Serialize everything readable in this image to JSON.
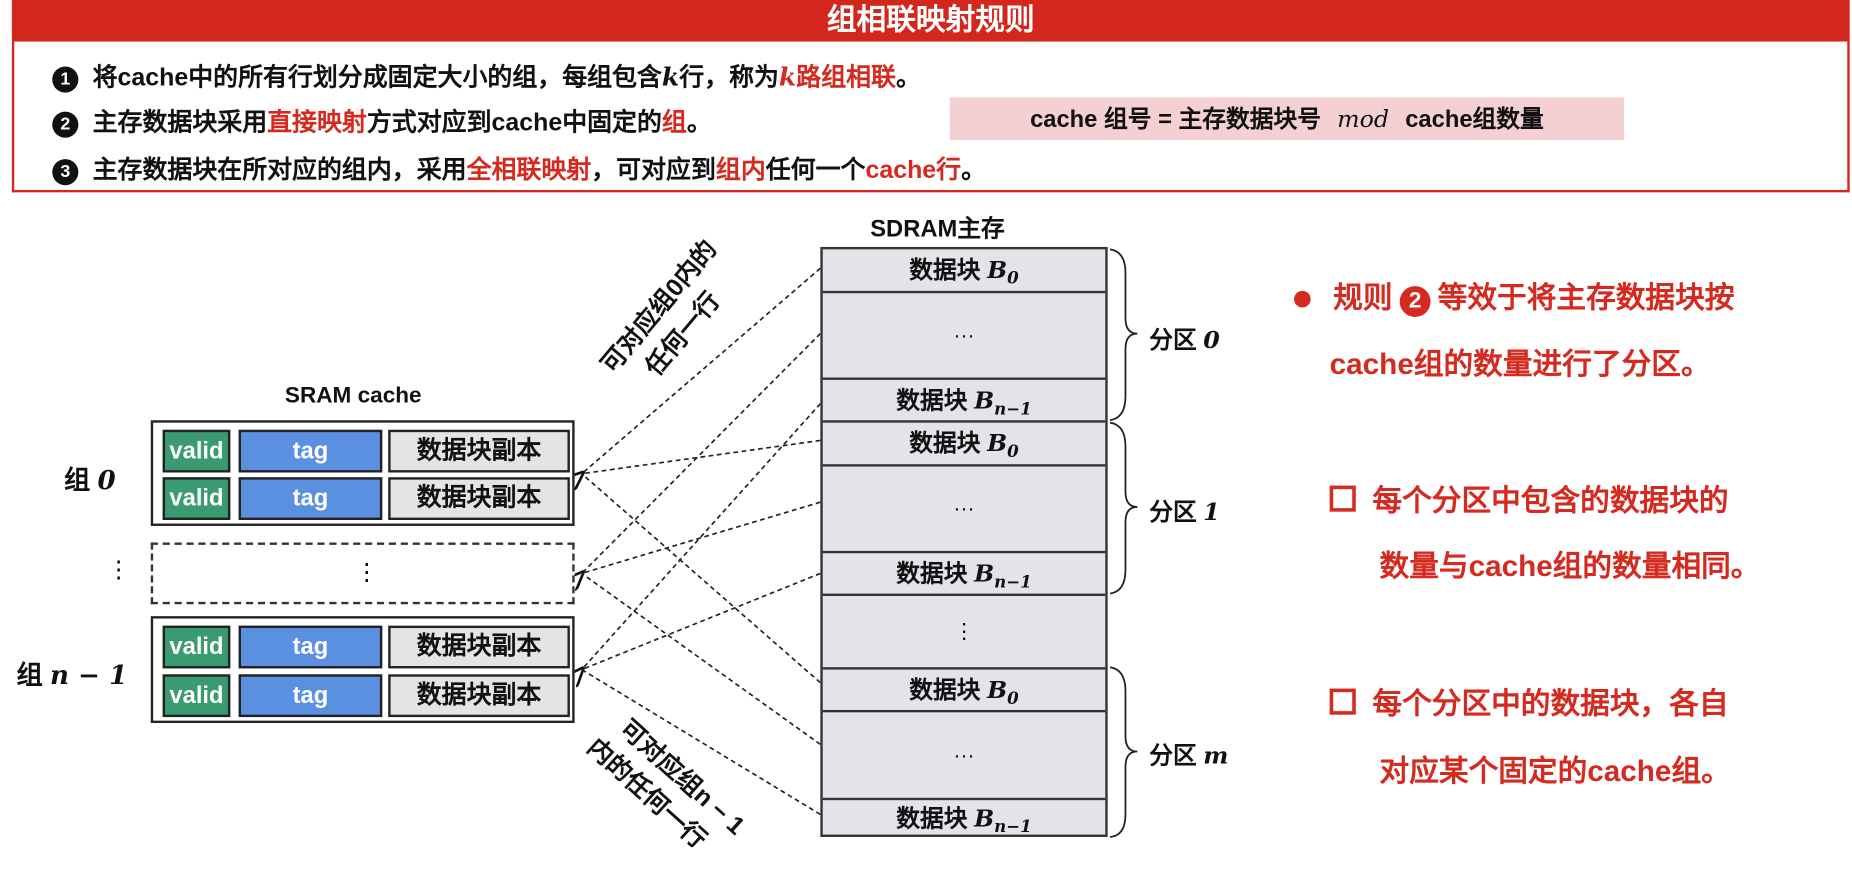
{
  "header": {
    "title": "组相联映射规则"
  },
  "rules": [
    {
      "num": "1",
      "parts": [
        "将cache中的所有行划分成固定大小的组，每组包含",
        "k",
        "行，称为",
        "k",
        "路组相联",
        "。"
      ]
    },
    {
      "num": "2",
      "parts": [
        "主存数据块采用",
        "直接映射",
        "方式对应到cache中固定的",
        "组",
        "。"
      ]
    },
    {
      "num": "3",
      "parts": [
        "主存数据块在所对应的组内，采用",
        "全相联映射",
        "，可对应到",
        "组内",
        "任何一个",
        "cache行",
        "。"
      ]
    }
  ],
  "formula": {
    "lhs": "cache 组号 = 主存数据块号",
    "op": "mod",
    "rhs": "cache组数量"
  },
  "sdram": {
    "title": "SDRAM主存",
    "block_label": "数据块",
    "B": "B",
    "sub0": "0",
    "subn": "n−1",
    "hdots": "···",
    "vdots": "⋮",
    "partitions": [
      "分区 ",
      "0",
      "分区 ",
      "1",
      "分区 ",
      "m"
    ]
  },
  "cache": {
    "title": "SRAM cache",
    "valid": "valid",
    "tag": "tag",
    "copy": "数据块副本",
    "group0": [
      "组 ",
      "0"
    ],
    "groupn": [
      "组 ",
      "n − 1"
    ],
    "vdots": "⋮"
  },
  "annotations": {
    "top": [
      "可对应组0内的",
      "任何一行"
    ],
    "bottom": [
      "可对应组n − 1",
      "内的任何一行"
    ]
  },
  "notes": {
    "bullet1": [
      "规则",
      "2",
      "等效于将主存数据块按",
      "cache组的数量进行了分区。"
    ],
    "sub1": [
      "每个分区中包含的数据块的",
      "数量与cache组的数量相同。"
    ],
    "sub2": [
      "每个分区中的数据块，各自",
      "对应某个固定的cache组。"
    ]
  },
  "colors": {
    "accent": "#d3261c",
    "valid": "#3a9b73",
    "tag": "#5b8fe0",
    "formula_bg": "#f5d0d3"
  }
}
